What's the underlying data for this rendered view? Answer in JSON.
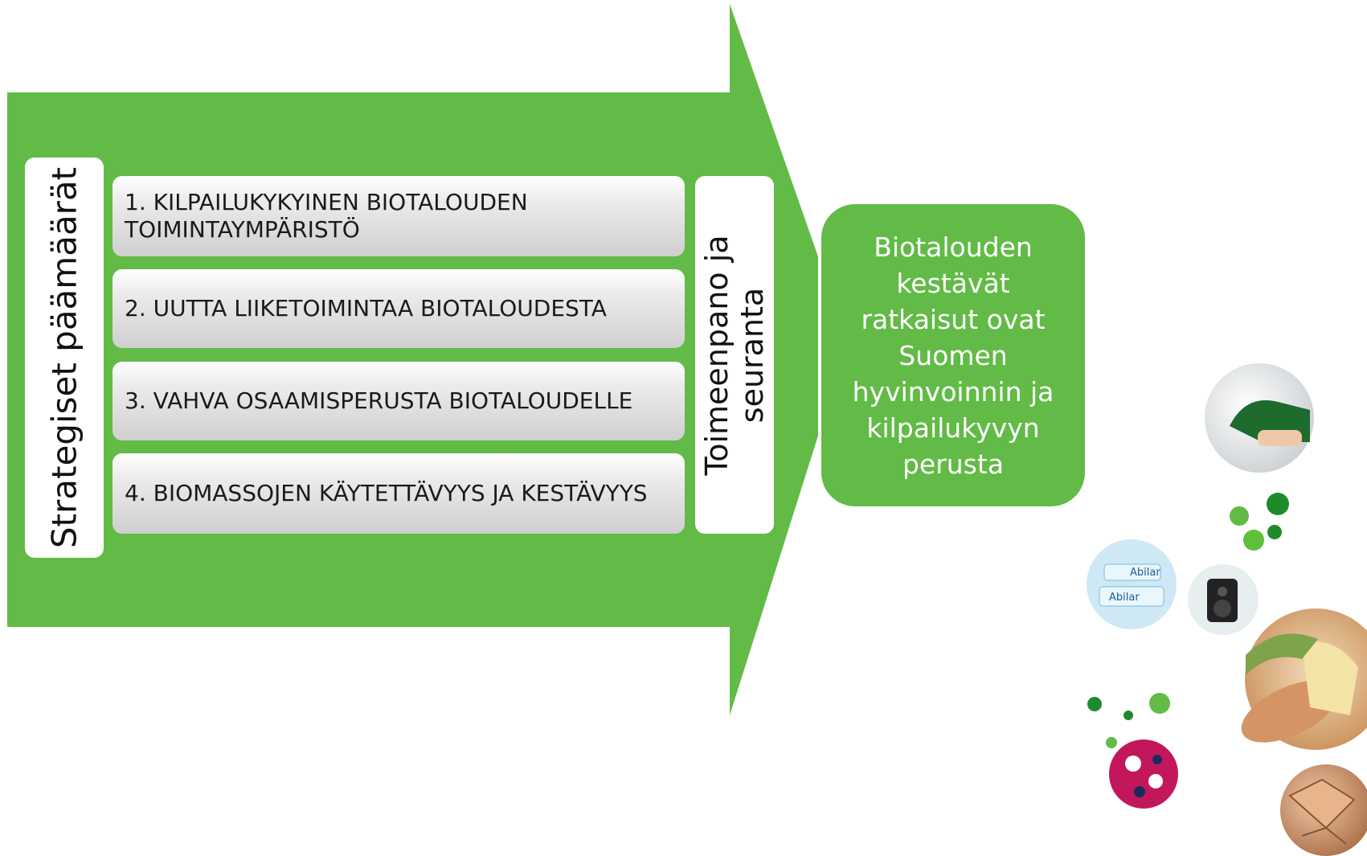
{
  "diagram": {
    "colors": {
      "arrow": "#62bb46",
      "box": "#ffffff",
      "goal_gradient_top": "#ffffff",
      "goal_gradient_bottom": "#cfcfcf"
    },
    "goals_label": "Strategiset päämäärät",
    "goals": [
      {
        "label": "1. KILPAILUKYKYINEN BIOTALOUDEN TOIMINTAYMPÄRISTÖ"
      },
      {
        "label": "2. UUTTA LIIKETOIMINTAA BIOTALOUDESTA"
      },
      {
        "label": "3. VAHVA OSAAMISPERUSTA BIOTALOUDELLE"
      },
      {
        "label": "4. BIOMASSOJEN KÄYTETTÄVYYS JA KESTÄVYYS"
      }
    ],
    "implementation_label": "Toimeenpano ja seuranta",
    "outcome": "Biotalouden kestävät ratkaisut ovat Suomen hyvinvoinnin ja kilpailukyvyn perusta",
    "collage": {
      "photo_icons": [
        "fuel-nozzle-photo",
        "abilar-product-photo",
        "speaker-photo",
        "bread-photo",
        "fabric-photo",
        "wood-veneer-photo"
      ],
      "logo_text": [
        "Abilar",
        "Abilar"
      ]
    }
  }
}
